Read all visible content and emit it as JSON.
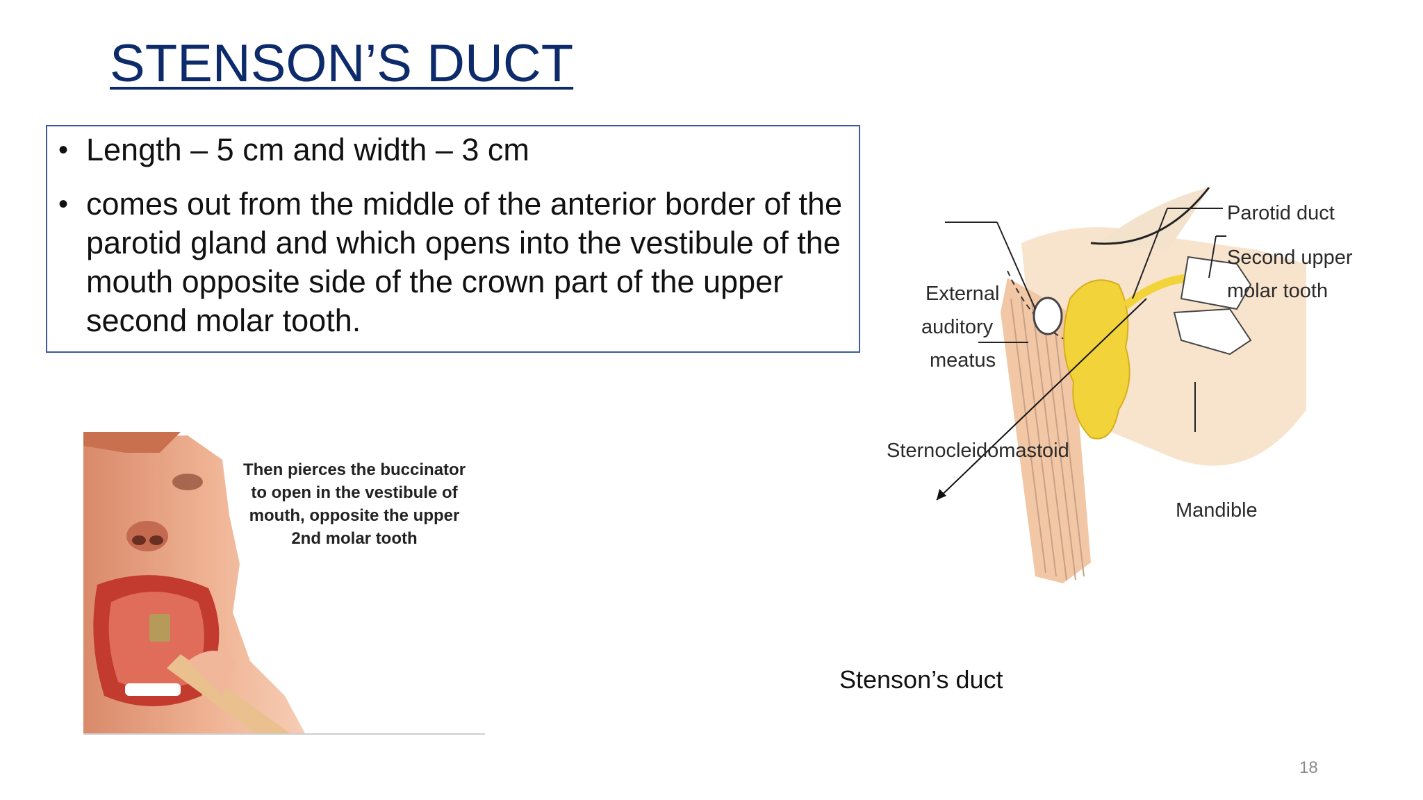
{
  "slide": {
    "title": "STENSON’S DUCT",
    "bullets": [
      "Length – 5 cm and width – 3 cm",
      "comes out from the middle of the anterior border of the parotid gland and which opens into the vestibule of the mouth opposite side of the crown part of the upper second molar tooth."
    ],
    "bullet_glyph": "•",
    "photo_caption": "Then pierces the buccinator to open in the vestibule of mouth, opposite the upper 2nd molar tooth",
    "diagram_labels": {
      "parotid_duct": "Parotid duct",
      "second_upper_molar_1": "Second upper",
      "second_upper_molar_2": "molar tooth",
      "external_1": "External",
      "external_2": "auditory",
      "external_3": "meatus",
      "sternocleidomastoid": "Sternocleidomastoid",
      "mandible": "Mandible"
    },
    "stenson_label": "Stenson’s duct",
    "page_number": "18"
  },
  "colors": {
    "title": "#0d2b6b",
    "box_border": "#3b5aa0",
    "gland": "#f2d43a",
    "skin": "#f6dcc0"
  }
}
